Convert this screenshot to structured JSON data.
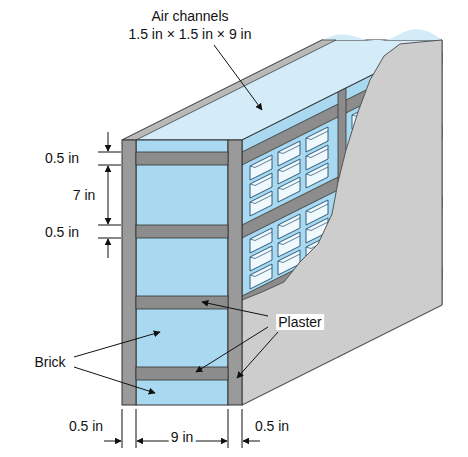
{
  "diagram": {
    "labels": [
      "Air channels",
      "1.5 in × 1.5 in × 9 in",
      "0.5 in",
      "7 in",
      "0.5 in",
      "Plaster",
      "Brick",
      "0.5 in",
      "9 in",
      "0.5 in"
    ]
  }
}
